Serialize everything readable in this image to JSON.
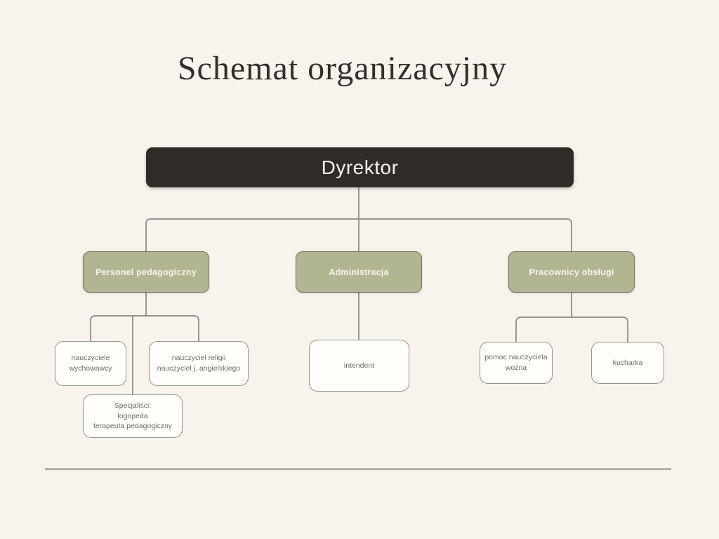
{
  "title": "Schemat organizacyjny",
  "org_chart": {
    "root": {
      "label": "Dyrektor"
    },
    "branches": [
      {
        "label": "Personel pedagogiczny"
      },
      {
        "label": "Administracja"
      },
      {
        "label": "Pracownicy obsługi"
      }
    ],
    "leaves": {
      "teachers": {
        "label": "nauczyciele\nwychowawcy"
      },
      "religion_english": {
        "label": "nauczyciel religii\nnauczyciel j. angielskiego"
      },
      "specialists": {
        "label": "Specjaliści:\nlogopeda\nterapeuta pedagogiczny"
      },
      "intendent": {
        "label": "intendent"
      },
      "teacher_assistant": {
        "label": "pomoc nauczyciela\nwoźna"
      },
      "cook": {
        "label": "kucharka"
      }
    }
  },
  "colors": {
    "background": "#f8f4ec",
    "title_text": "#33302b",
    "root_box": "#2e2b28",
    "root_text": "#f5f2e9",
    "branch_box": "#b2b591",
    "branch_border": "#75746c",
    "branch_text": "#f7f4ea",
    "leaf_box": "#fffefb",
    "leaf_border": "#98948c",
    "leaf_text": "#6f6b64",
    "connector": "#8b8781",
    "divider": "#b3afa8"
  }
}
